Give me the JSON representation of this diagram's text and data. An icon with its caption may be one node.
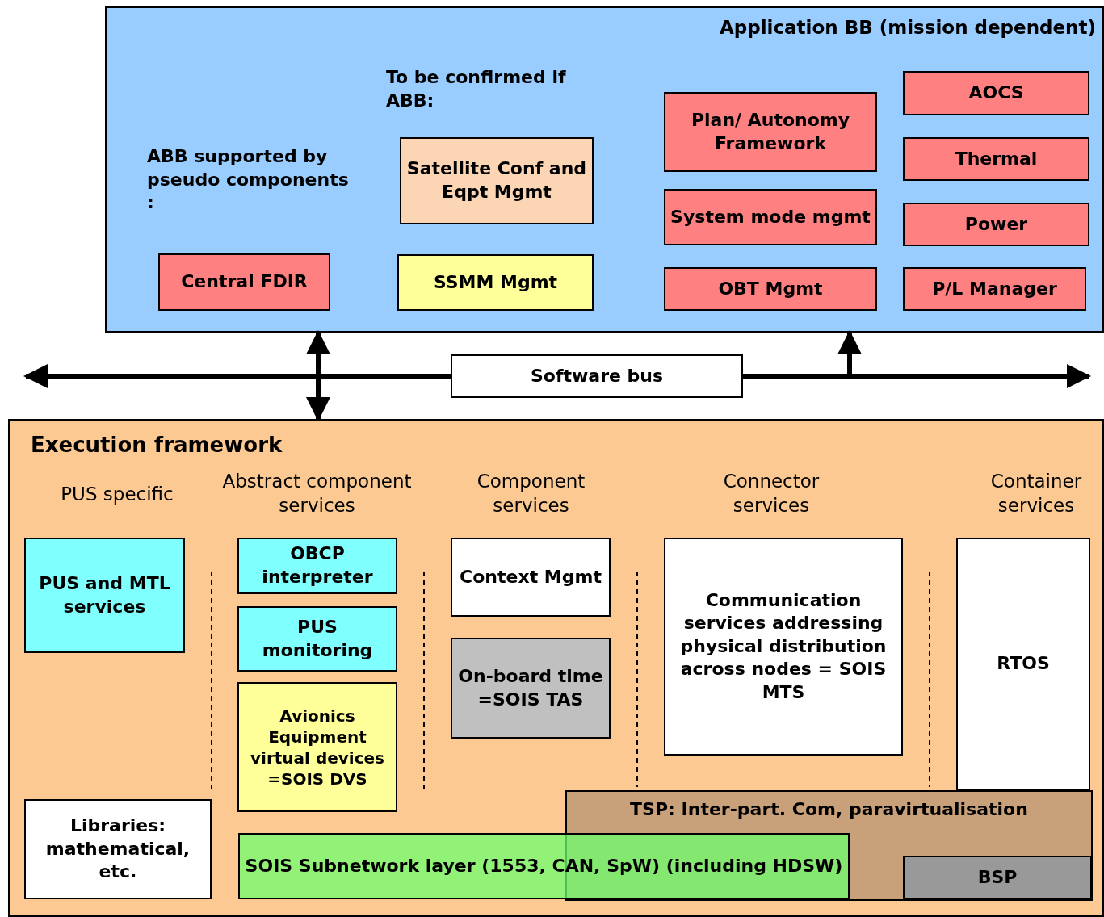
{
  "diagram": {
    "nodes": [
      {
        "text": [
          "Application BB (mission dependent)"
        ]
      },
      {
        "text": [
          "Satellite Conf and Eqpt Mgmt"
        ],
        "in": 0
      },
      {
        "text": [
          "Central FDIR"
        ],
        "in": 0
      },
      {
        "text": [
          "SSMM Mgmt"
        ],
        "in": 0
      },
      {
        "text": [
          "Plan/ Autonomy Framework"
        ],
        "in": 0
      },
      {
        "text": [
          "System mode mgmt"
        ],
        "in": 0
      },
      {
        "text": [
          "OBT Mgmt"
        ],
        "in": 0
      },
      {
        "text": [
          "AOCS"
        ],
        "in": 0
      },
      {
        "text": [
          "Thermal"
        ],
        "in": 0
      },
      {
        "text": [
          "Power"
        ],
        "in": 0
      },
      {
        "text": [
          "P/L Manager"
        ],
        "in": 0
      },
      {
        "text": [
          "Software bus"
        ]
      },
      {
        "text": [
          "Execution framework"
        ]
      },
      {
        "text": [
          "PUS and MTL services"
        ],
        "in": 12
      },
      {
        "text": [
          "OBCP interpreter"
        ],
        "in": 12
      },
      {
        "text": [
          "PUS monitoring"
        ],
        "in": 12
      },
      {
        "text": [
          "Avionics Equipment virtual devices =SOIS DVS"
        ],
        "in": 12
      },
      {
        "text": [
          "Context Mgmt"
        ],
        "in": 12
      },
      {
        "text": [
          "On-board time =SOIS TAS"
        ],
        "in": 12
      },
      {
        "text": [
          "Communication services addressing physical distribution across nodes = SOIS MTS"
        ],
        "in": 12
      },
      {
        "text": [
          "RTOS"
        ],
        "in": 12
      },
      {
        "text": [
          "Libraries: mathematical, etc."
        ],
        "in": 12
      },
      {
        "text": [
          "SOIS Subnetwork layer (1553, CAN, SpW) (including HDSW)"
        ],
        "in": 12
      },
      {
        "text": [
          "TSP: Inter-part. Com, paravirtualisation"
        ],
        "in": 12
      },
      {
        "text": [
          "BSP"
        ],
        "in": 23
      }
    ],
    "edges": [
      {
        "from": 11,
        "to": null,
        "arrow": "to"
      },
      {
        "from": 11,
        "to": null,
        "arrow": "to"
      },
      {
        "from": 12,
        "to": 0,
        "arrow": "both"
      },
      {
        "from": null,
        "to": 0,
        "arrow": "to"
      }
    ],
    "labels": [
      "To be confirmed if ABB:",
      "ABB supported by pseudo components :",
      "PUS specific",
      "Abstract component services",
      "Component services",
      "Connector services",
      "Container services"
    ]
  }
}
